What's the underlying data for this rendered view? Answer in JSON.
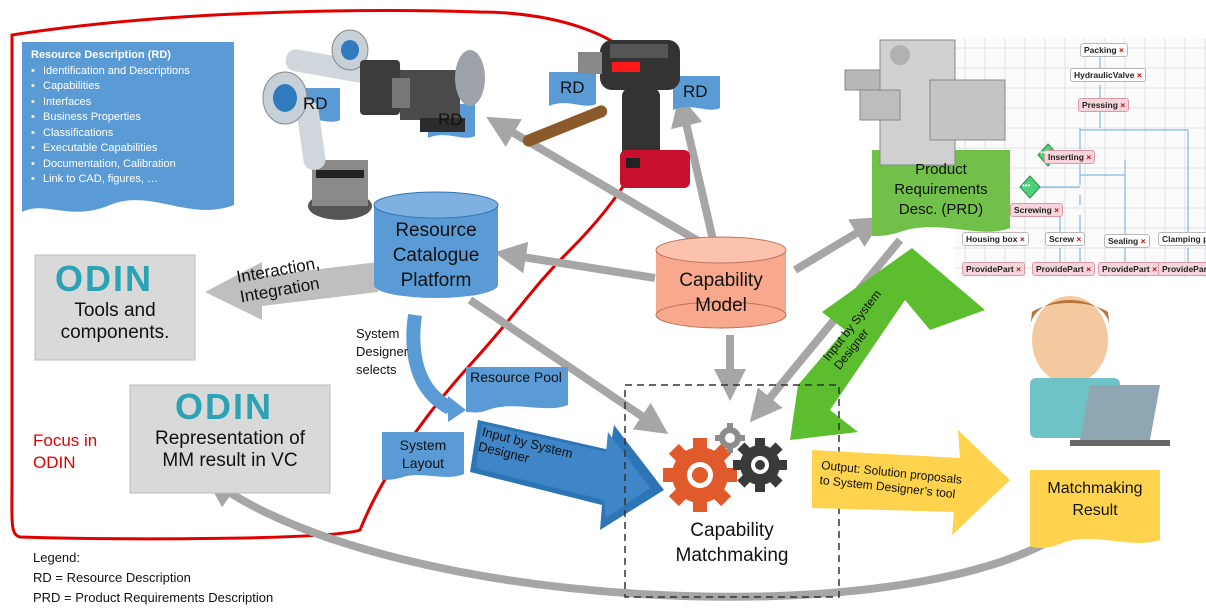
{
  "rd_box": {
    "title": "Resource Description (RD)",
    "items": [
      "Identification and Descriptions",
      "Capabilities",
      "Interfaces",
      "Business Properties",
      "Classifications",
      "Executable Capabilities",
      "Documentation, Calibration",
      "Link to CAD, figures, …"
    ]
  },
  "rd_tags": [
    "RD",
    "RD",
    "RD",
    "RD"
  ],
  "odin_tools": {
    "logo": "ODIN",
    "label": "Tools and components."
  },
  "odin_repr": {
    "logo": "ODIN",
    "label": "Representation of MM result in VC"
  },
  "resource_catalogue": "Resource Catalogue Platform",
  "capability_model": "Capability Model",
  "prd": "Product Requirements Desc. (PRD)",
  "interaction_label": "Interaction, Integration",
  "system_designer_selects": [
    "System",
    "Designer",
    "selects"
  ],
  "resource_pool": "Resource Pool",
  "system_layout": "System Layout",
  "input_system_designer_left": "Input by System Designer",
  "input_system_designer_right": "Input by System Designer",
  "capability_matchmaking": "Capability Matchmaking",
  "output_label": "Output: Solution proposals to System Designer’s tool",
  "matchmaking_result": "Matchmaking Result",
  "focus_label": "Focus in ODIN",
  "legend": {
    "title": "Legend:",
    "rd": "RD = Resource Description",
    "prd": "PRD = Product Requirements Description"
  },
  "flowchart": {
    "nodes": [
      "Packing",
      "HydraulicValve",
      "Pressing",
      "Inserting",
      "Screwing",
      "Housing box",
      "Screw",
      "Sealing",
      "Clamping pin",
      "ProvidePart",
      "ProvidePart",
      "ProvidePart",
      "ProvidePart"
    ],
    "close_mark": "×",
    "dots": "•••"
  },
  "colors": {
    "blue": "#5b9bd5",
    "blue_dark": "#2e75b6",
    "salmon": "#f8a88c",
    "green": "#70c04a",
    "yellow": "#ffd34d",
    "red_outline": "#e00000",
    "grey_arrow": "#a6a6a6"
  }
}
